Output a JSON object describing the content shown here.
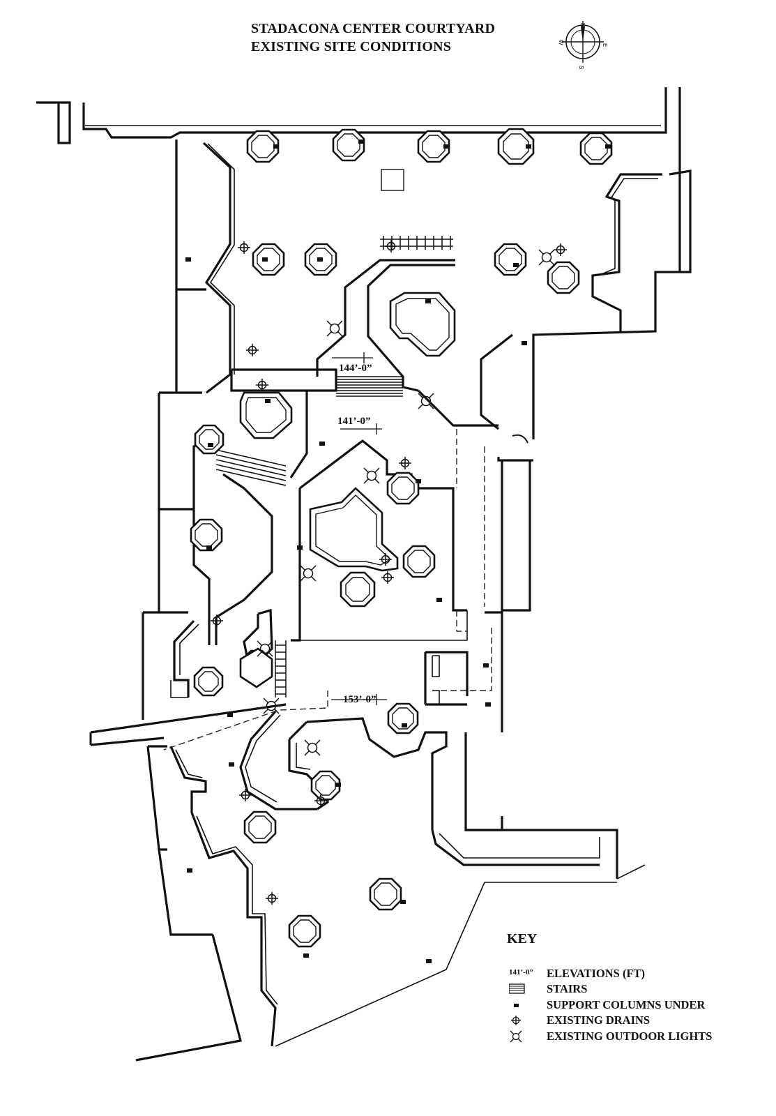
{
  "title": {
    "line1": "STADACONA CENTER COURTYARD",
    "line2": "EXISTING SITE CONDITIONS"
  },
  "compass": {
    "north": "N",
    "south": "S",
    "east": "E",
    "west": "W"
  },
  "elevations": [
    {
      "label": "144’-0”"
    },
    {
      "label": "141’-0”"
    },
    {
      "label": "153’-0”"
    }
  ],
  "key": {
    "title": "KEY",
    "items": [
      {
        "symbol": "elevation-marker",
        "sample": "141’-0”",
        "label": "ELEVATIONS (FT)"
      },
      {
        "symbol": "stairs-icon",
        "label": "STAIRS"
      },
      {
        "symbol": "support-column-icon",
        "label": "SUPPORT COLUMNS UNDER"
      },
      {
        "symbol": "drain-icon",
        "label": "EXISTING DRAINS"
      },
      {
        "symbol": "outdoor-light-icon",
        "label": "EXISTING OUTDOOR LIGHTS"
      }
    ]
  }
}
